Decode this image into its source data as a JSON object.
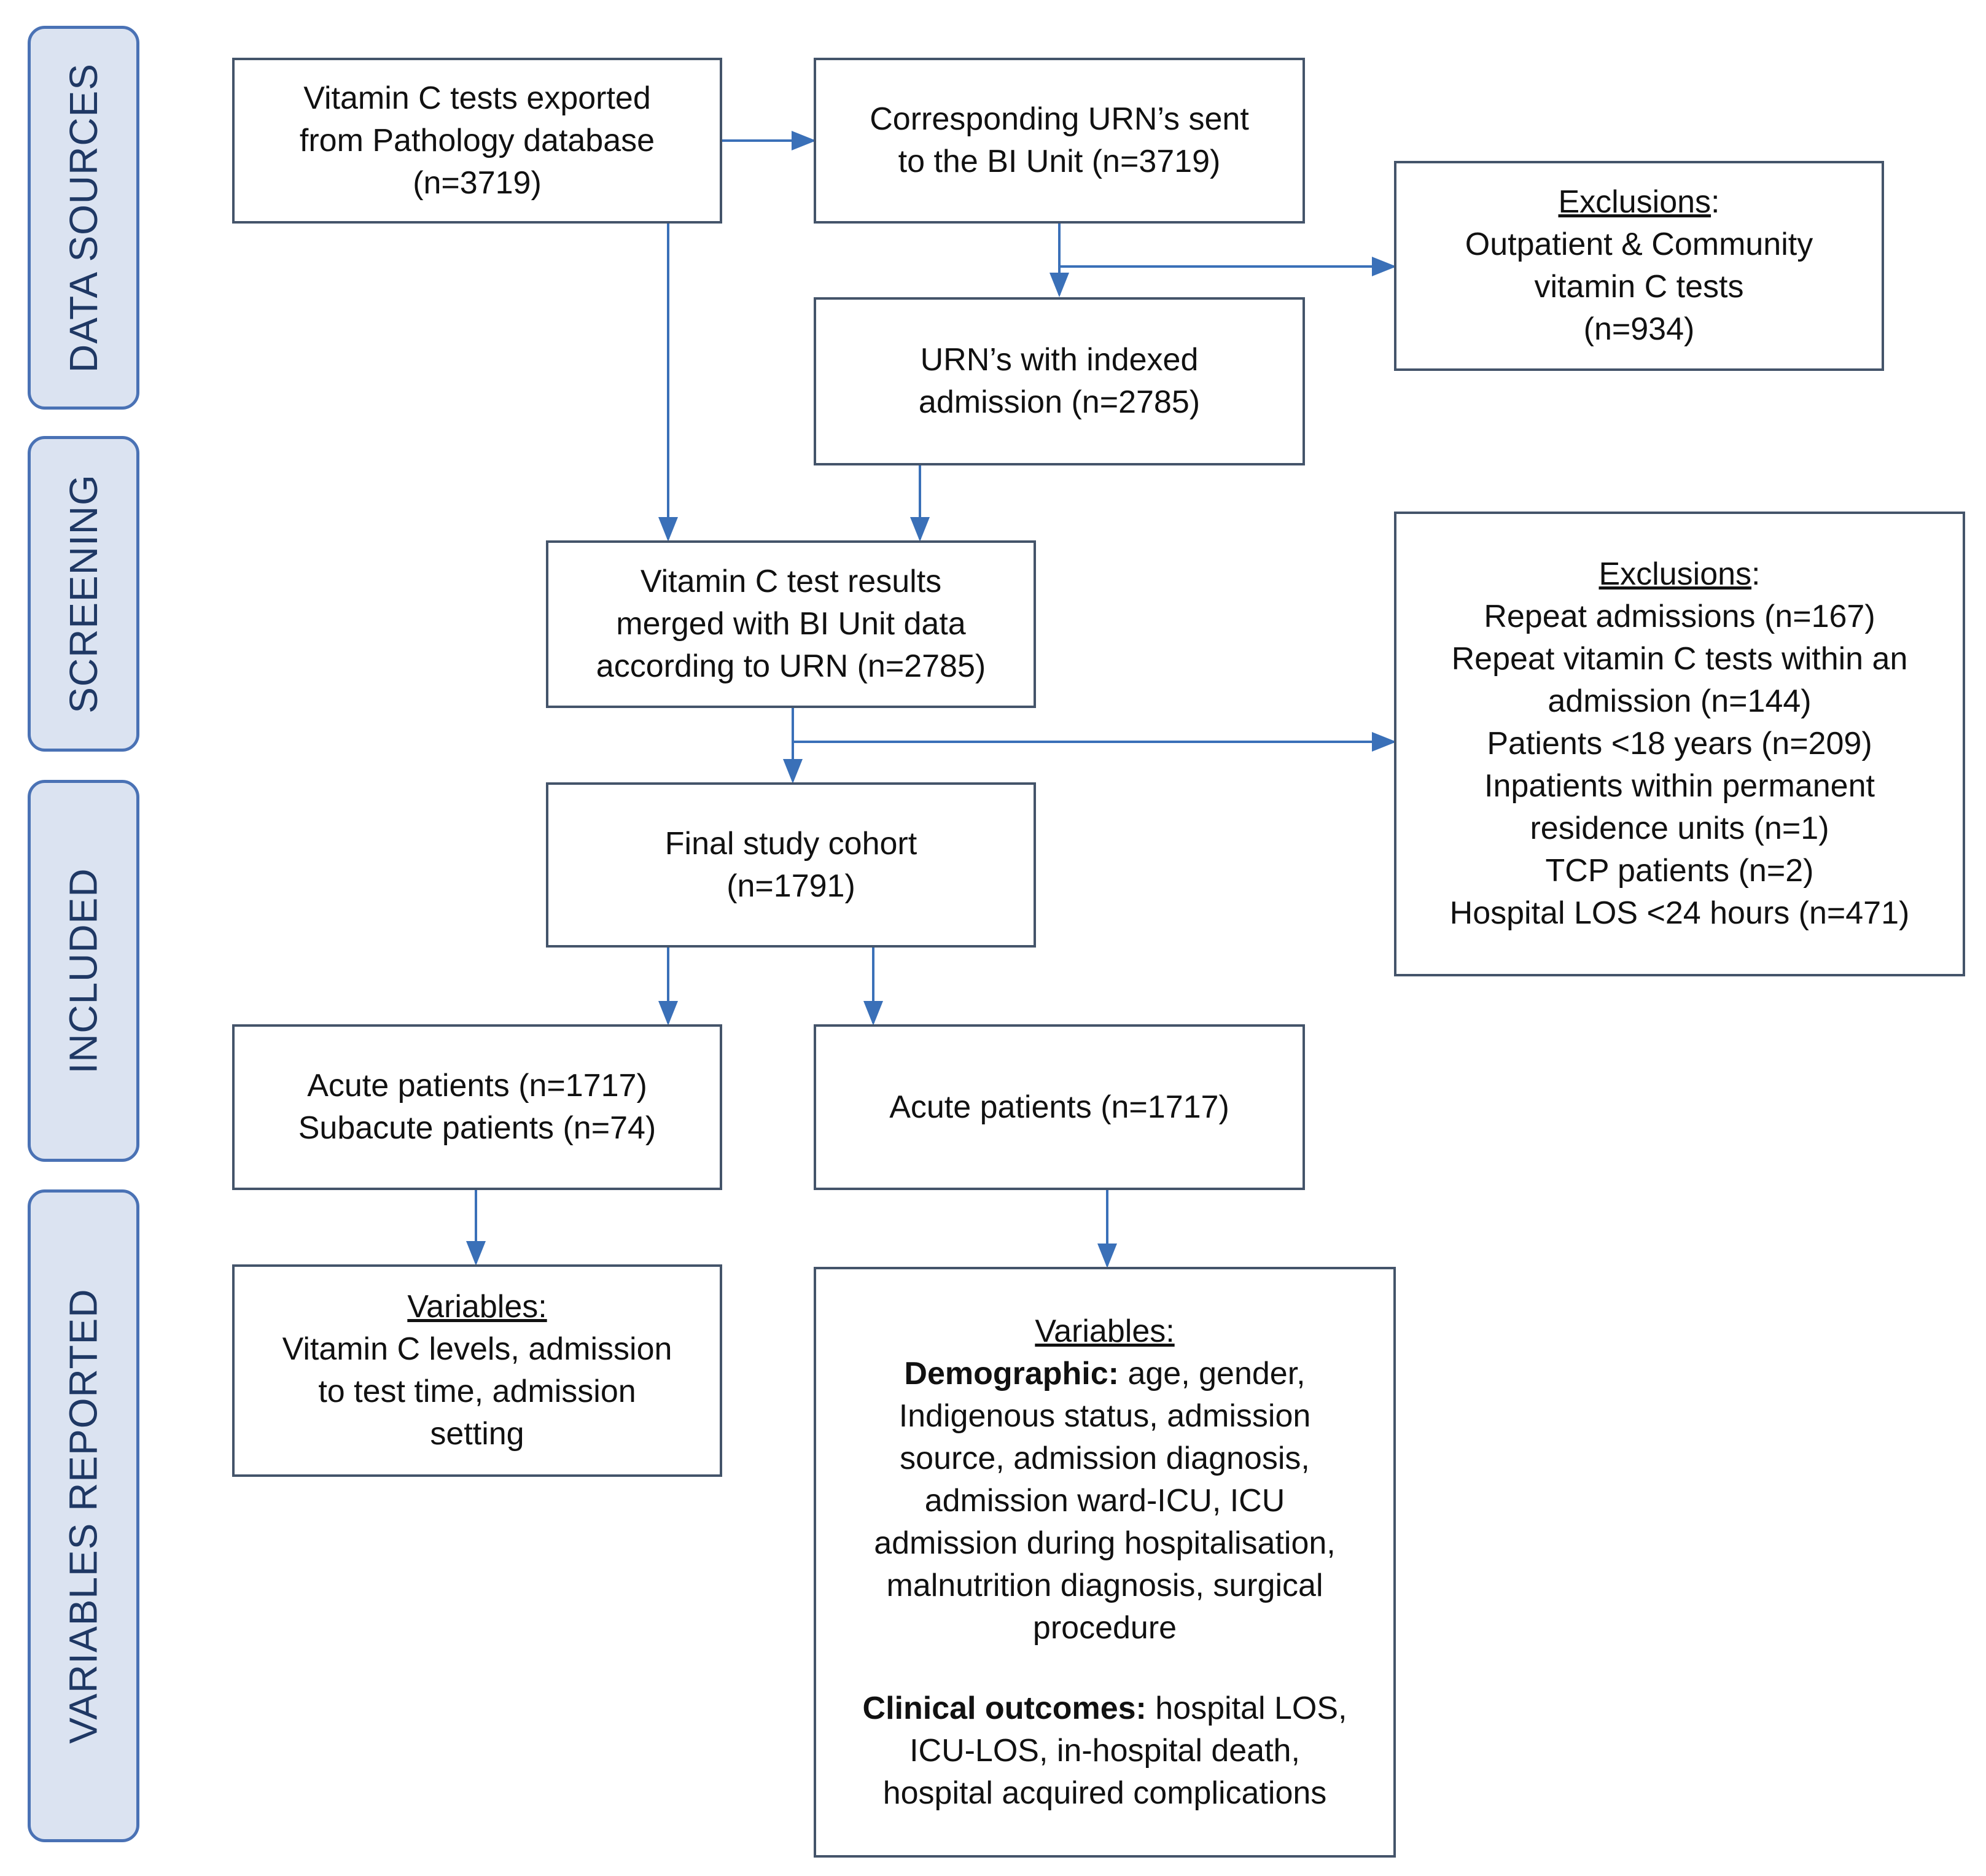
{
  "stages": [
    {
      "id": "data-sources",
      "label": "DATA SOURCES"
    },
    {
      "id": "screening",
      "label": "SCREENING"
    },
    {
      "id": "included",
      "label": "INCLUDED"
    },
    {
      "id": "variables-reported",
      "label": "VARIABLES REPORTED"
    }
  ],
  "boxes": {
    "pathology_export": {
      "line1": "Vitamin C tests exported",
      "line2": "from Pathology database",
      "line3": "(n=3719)"
    },
    "urn_sent": {
      "line1": "Corresponding  URN’s sent",
      "line2": "to the BI Unit (n=3719)"
    },
    "exclusions_outpatient": {
      "heading": "Exclusions",
      "heading_suffix": ":",
      "line1": "Outpatient & Community",
      "line2": "vitamin C tests",
      "line3": "(n=934)"
    },
    "urn_indexed": {
      "line1": "URN’s with indexed",
      "line2": "admission (n=2785)"
    },
    "merged": {
      "line1": "Vitamin C test results",
      "line2": "merged with BI Unit data",
      "line3": "according to URN (n=2785)"
    },
    "exclusions_screening": {
      "heading": "Exclusions",
      "heading_suffix": ":",
      "lines": [
        "Repeat admissions (n=167)",
        "Repeat vitamin C tests within an",
        "admission (n=144)",
        "Patients <18 years (n=209)",
        "Inpatients within permanent",
        "residence units (n=1)",
        "TCP patients (n=2)",
        "Hospital LOS <24 hours (n=471)"
      ]
    },
    "final_cohort": {
      "line1": "Final study cohort",
      "line2": "(n=1791)"
    },
    "acute_subacute": {
      "line1": "Acute patients (n=1717)",
      "line2": "Subacute patients (n=74)"
    },
    "acute_only": {
      "line1": "Acute patients (n=1717)"
    },
    "variables_left": {
      "heading": "Variables:",
      "lines": [
        "Vitamin C levels,  admission",
        "to test time, admission",
        "setting"
      ]
    },
    "variables_right": {
      "heading": "Variables:",
      "demographic_label": "Demographic:",
      "demographic_first": " age, gender,",
      "demographic_lines": [
        "Indigenous  status, admission",
        "source, admission diagnosis,",
        "admission ward-ICU,  ICU",
        "admission during  hospitalisation,",
        "malnutrition diagnosis, surgical",
        "procedure"
      ],
      "clinical_label": "Clinical outcomes:",
      "clinical_first": " hospital LOS,",
      "clinical_lines": [
        "ICU-LOS,  in-hospital death,",
        "hospital acquired  complications"
      ]
    }
  },
  "colors": {
    "arrow": "#3a70b8",
    "box_border": "#44546a",
    "stage_fill": "#dbe3f1",
    "stage_border": "#4a72b5"
  }
}
